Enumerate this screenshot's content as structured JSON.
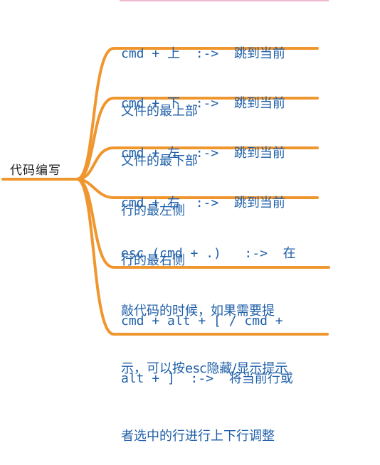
{
  "root": {
    "label": "代码编写"
  },
  "nodes": [
    {
      "line1": "cmd + 上  :->  跳到当前",
      "line2": "文件的最上部"
    },
    {
      "line1": "cmd + 下  :->  跳到当前",
      "line2": "文件的最下部"
    },
    {
      "line1": "cmd + 左  :->  跳到当前",
      "line2": "行的最左侧"
    },
    {
      "line1": "cmd + 右  :->  跳到当前",
      "line2": "行的最右侧"
    },
    {
      "line1": "esc (cmd + .)   :->  在",
      "line2": "敲代码的时候，如果需要提",
      "line3": "示，可以按esc隐藏/显示提示"
    },
    {
      "line1": "cmd + alt + [ / cmd +",
      "line2": "alt + ]  :->  将当前行或",
      "line3": "者选中的行进行上下行调整"
    }
  ],
  "colors": {
    "branch": "#f0962e",
    "text": "#1f5fa8",
    "root_text": "#222222"
  }
}
